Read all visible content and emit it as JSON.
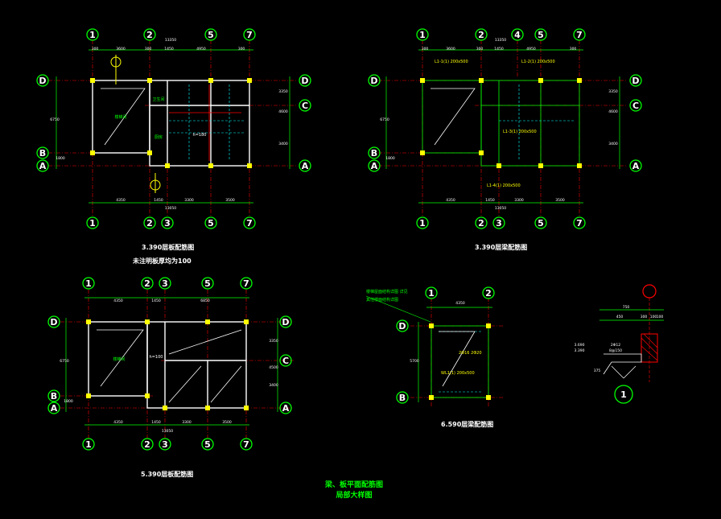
{
  "plans": [
    {
      "id": "plan-top-left",
      "title": "3.390层板配筋图",
      "note": "未注明板厚均为100",
      "axes_top": [
        "1",
        "2",
        "5",
        "7"
      ],
      "axes_bottom": [
        "1",
        "2",
        "3",
        "5",
        "7"
      ],
      "axes_left": [
        "D",
        "B",
        "A"
      ],
      "axes_right": [
        "D",
        "C",
        "A"
      ],
      "dims_top": [
        "300",
        "3600",
        "300",
        "1450",
        "4950",
        "300"
      ],
      "dims_top_total": "13350",
      "dims_bottom": [
        "4350",
        "1450",
        "3300",
        "3500"
      ],
      "dims_bottom_total": "13050",
      "dims_left": [
        "6750",
        "1800"
      ],
      "dims_right": [
        "3350",
        "4600",
        "3400"
      ],
      "room_labels": [
        "楼梯间",
        "卫生间",
        "厨房"
      ],
      "thickness_label": "h=180"
    },
    {
      "id": "plan-top-right",
      "title": "3.390层梁配筋图",
      "axes_top": [
        "1",
        "2",
        "4",
        "5",
        "7"
      ],
      "axes_bottom": [
        "1",
        "2",
        "3",
        "5",
        "7"
      ],
      "axes_left": [
        "D",
        "B",
        "A"
      ],
      "axes_right": [
        "D",
        "C",
        "A"
      ],
      "dims_top": [
        "300",
        "3600",
        "300",
        "1450",
        "4950",
        "300"
      ],
      "dims_top_total": "13350",
      "dims_bottom": [
        "4350",
        "1450",
        "3300",
        "3500"
      ],
      "dims_bottom_total": "13050",
      "dims_left": [
        "6750",
        "1800"
      ],
      "dims_right": [
        "3350",
        "4600",
        "3400"
      ],
      "beam_labels": [
        "L1-1(1) 200x500",
        "L1-2(1) 200x500",
        "L1-3(1) 200x500",
        "L1-4(1) 200x500"
      ]
    },
    {
      "id": "plan-bottom-left",
      "title": "5.390层板配筋图",
      "axes_top": [
        "1",
        "2",
        "3",
        "5",
        "7"
      ],
      "axes_bottom": [
        "1",
        "2",
        "3",
        "5",
        "7"
      ],
      "axes_left": [
        "D",
        "B",
        "A"
      ],
      "axes_right": [
        "D",
        "C",
        "A"
      ],
      "dims_top": [
        "4350",
        "1450",
        "6850"
      ],
      "dims_bottom": [
        "4350",
        "1450",
        "3300",
        "3500"
      ],
      "dims_bottom_total": "13050",
      "dims_left": [
        "6750",
        "1800"
      ],
      "dims_right": [
        "3350",
        "4500",
        "3400"
      ],
      "room_labels": [
        "楼梯间"
      ],
      "thickness_label": "h=100"
    },
    {
      "id": "plan-small",
      "title": "6.590层梁配筋图",
      "axes_top": [
        "1",
        "2"
      ],
      "axes_left": [
        "D",
        "B"
      ],
      "dims_top": [
        "4350"
      ],
      "dims_left": [
        "5700"
      ],
      "notes": [
        "楼梯屋面结构详图 详见",
        "其他楼面结构详图"
      ],
      "beam_labels": [
        "WL1(1) 200x500",
        "2Φ16 2Φ20"
      ]
    }
  ],
  "detail": {
    "id": "detail-1",
    "marker": "1",
    "dims": [
      "750",
      "450",
      "300",
      "100",
      "100"
    ],
    "levels": [
      "3.690",
      "3.390"
    ],
    "labels": [
      "2Φ12",
      "8@150",
      "375"
    ]
  },
  "sheet_title": "梁、板平面配筋图",
  "sheet_subtitle": "局部大样图"
}
